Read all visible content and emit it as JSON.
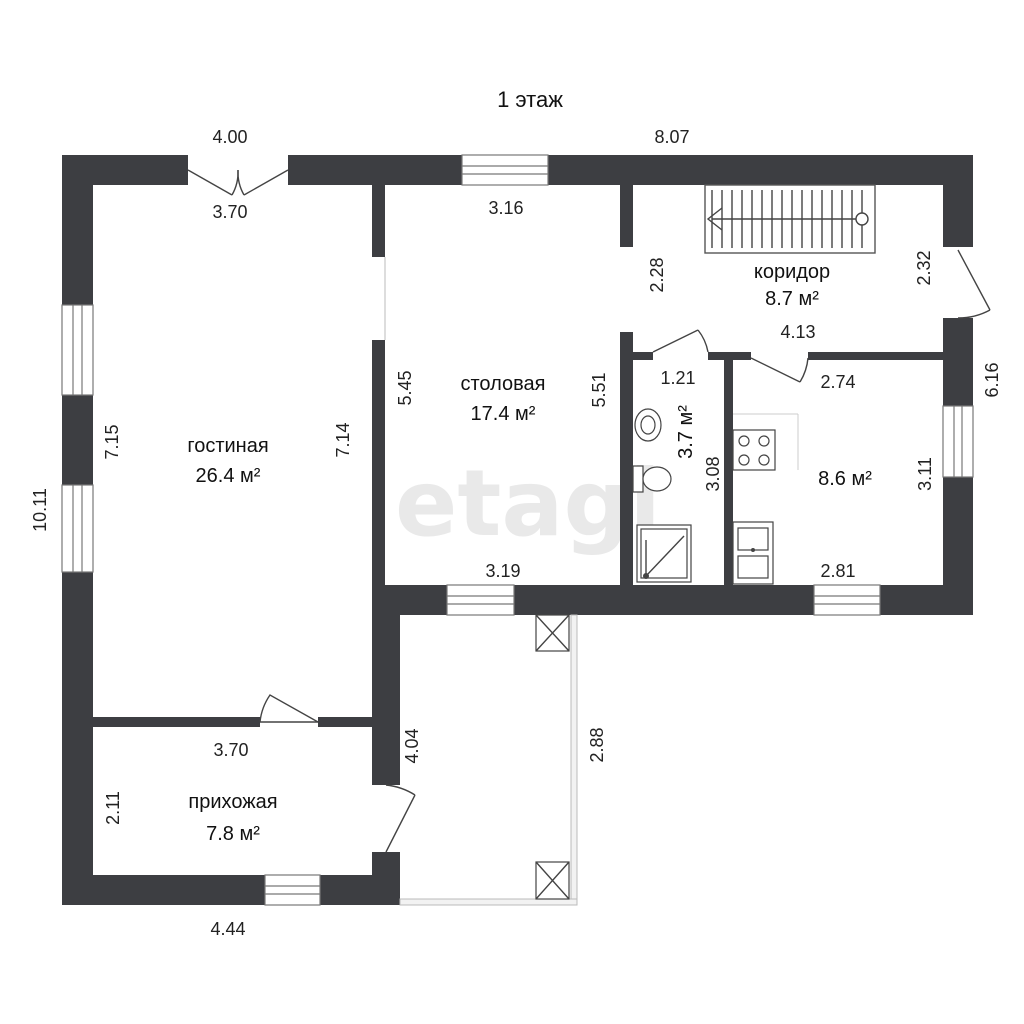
{
  "floor_title": "1 этаж",
  "watermark": "etagi",
  "rooms": [
    {
      "id": "living",
      "name": "гостиная",
      "area": "26.4 м²"
    },
    {
      "id": "dining",
      "name": "столовая",
      "area": "17.4 м²"
    },
    {
      "id": "corridor",
      "name": "коридор",
      "area": "8.7 м²"
    },
    {
      "id": "bathroom",
      "name": "",
      "area": "3.7 м²"
    },
    {
      "id": "kitchen",
      "name": "",
      "area": "8.6 м²"
    },
    {
      "id": "hall",
      "name": "прихожая",
      "area": "7.8 м²"
    }
  ],
  "dimensions": {
    "top_left_outer": "4.00",
    "top_total": "8.07",
    "living_top": "3.70",
    "dining_top": "3.16",
    "corridor_left": "2.28",
    "corridor_right": "2.32",
    "corridor_bottom": "4.13",
    "bath_top": "1.21",
    "kitchen_top": "2.74",
    "right_outer": "6.16",
    "dining_left": "5.45",
    "dining_right": "5.51",
    "living_left": "7.15",
    "living_right": "7.14",
    "left_outer": "10.11",
    "bath_right": "3.08",
    "kitchen_right": "3.11",
    "dining_bottom": "3.19",
    "kitchen_bottom": "2.81",
    "hall_top": "3.70",
    "porch_left": "4.04",
    "porch_right": "2.88",
    "hall_left": "2.11",
    "bottom_outer": "4.44"
  }
}
